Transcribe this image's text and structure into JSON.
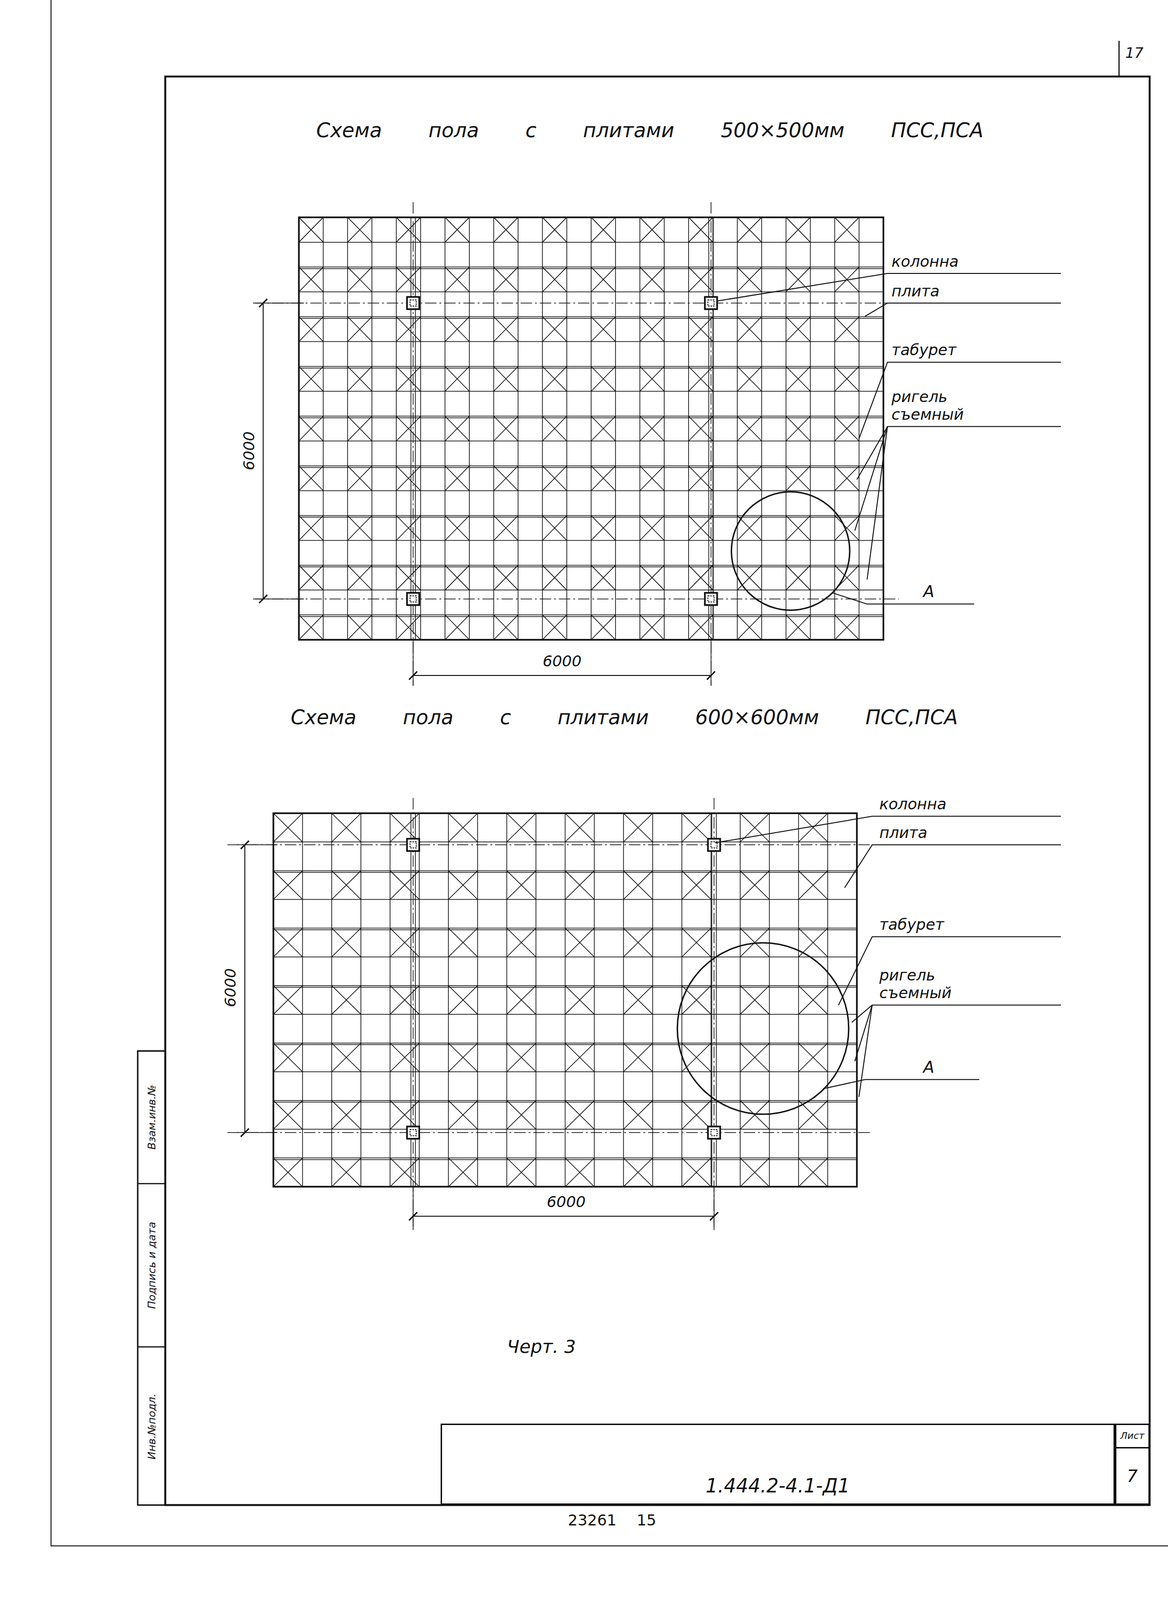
{
  "diagram": {
    "caption": "Черт. 3",
    "nodes": [
      {
        "text": [
          "1.444.2-4.1-Д1"
        ]
      },
      {
        "text": [
          "Лист",
          "7"
        ]
      }
    ],
    "labels": [
      "17",
      "Схема пола с плитами 500×500мм ПСС,ПСА",
      "колонна",
      "плита",
      "табурет",
      "ригель съемный",
      "А",
      "6000",
      "6000",
      "Схема пола с плитами 600×600мм ПСС,ПСА",
      "колонна",
      "плита",
      "табурет",
      "ригель съемный",
      "А",
      "6000",
      "6000",
      "Взам.инв.№",
      "Подпись и дата",
      "Инв.№подл.",
      "23261 15"
    ]
  }
}
